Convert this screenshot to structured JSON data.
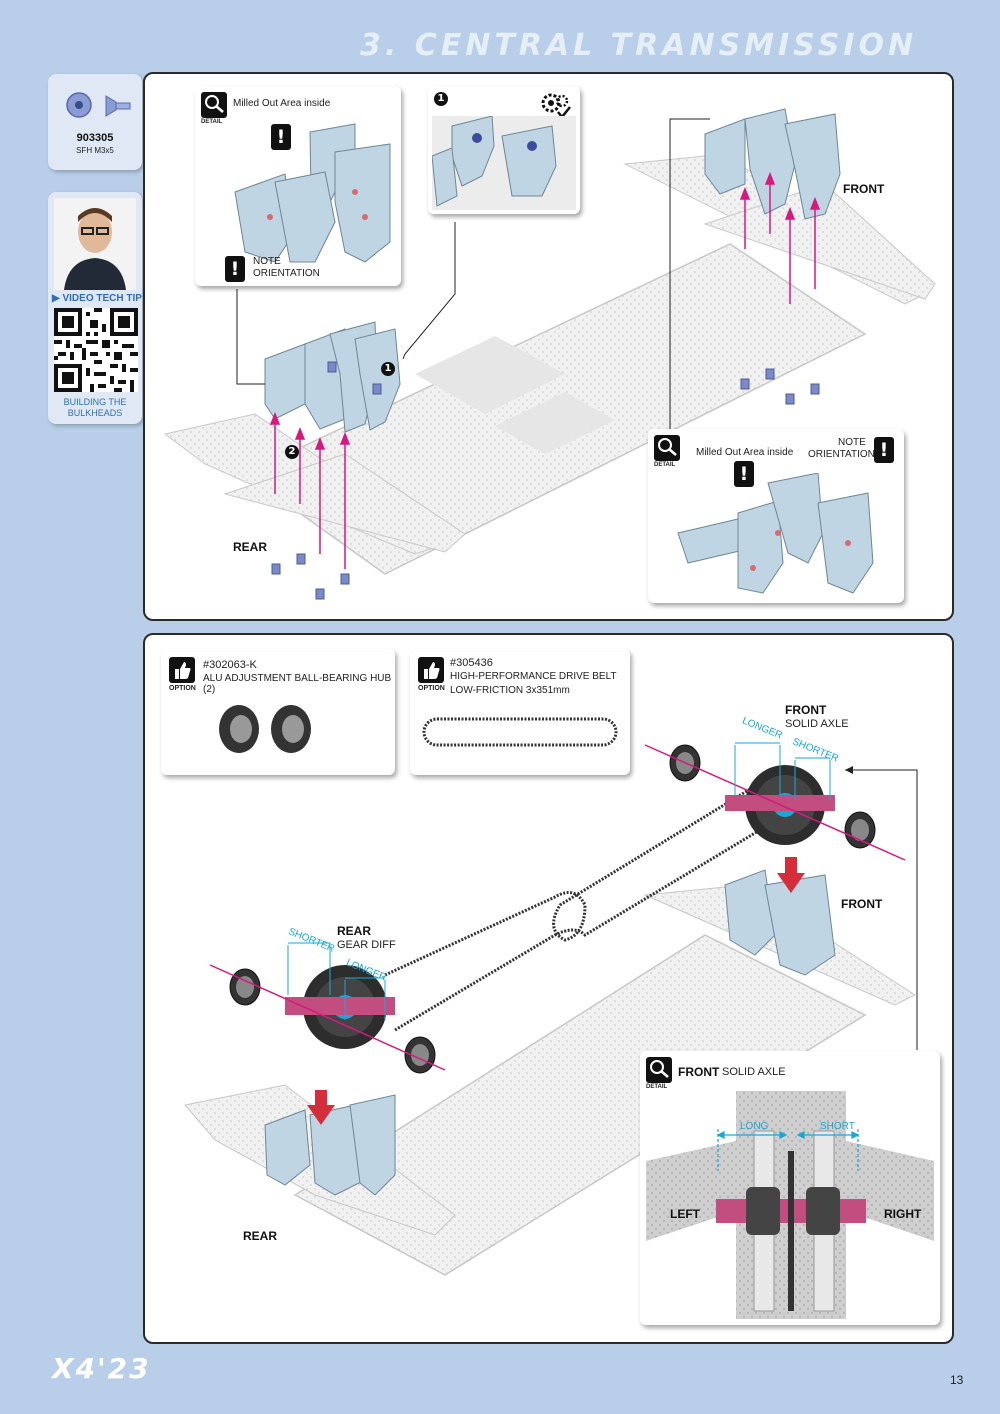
{
  "section_title": "3. CENTRAL TRANSMISSION",
  "sidebar": {
    "part_number": "903305",
    "part_desc": "SFH M3x5",
    "video_label": "VIDEO TECH TIP",
    "video_caption_1": "BUILDING THE",
    "video_caption_2": "BULKHEADS"
  },
  "top_panel": {
    "detail_label": "DETAIL",
    "callout_left_text": "Milled Out Area inside",
    "note_text_1": "NOTE",
    "note_text_2": "ORIENTATION",
    "step1_number": "1",
    "step2_number": "2",
    "front_label": "FRONT",
    "rear_label": "REAR",
    "callout_right_text": "Milled Out Area inside",
    "callout_right_note_1": "NOTE",
    "callout_right_note_2": "ORIENTATION",
    "excl": "!"
  },
  "bottom_panel": {
    "option_label": "OPTION",
    "option1_code": "#302063-K",
    "option1_desc": "ALU ADJUSTMENT BALL-BEARING HUB (2)",
    "option2_code": "#305436",
    "option2_desc_1": "HIGH-PERFORMANCE DRIVE BELT",
    "option2_desc_2": "LOW-FRICTION 3x351mm",
    "front_label": "FRONT",
    "front_sub": "SOLID AXLE",
    "longer": "LONGER",
    "shorter": "SHORTER",
    "rear_label": "REAR",
    "rear_sub": "GEAR DIFF",
    "rear_bottom": "REAR",
    "front_mid": "FRONT",
    "detail_label": "DETAIL",
    "detail_title_front": "FRONT",
    "detail_title_rest": "SOLID AXLE",
    "long": "LONG",
    "short": "SHORT",
    "left": "LEFT",
    "right": "RIGHT"
  },
  "footer": {
    "logo": "X4'23",
    "page": "13"
  },
  "colors": {
    "page_bg": "#b9cfe9",
    "magenta": "#d6197f",
    "cyan": "#1ba6d6",
    "part_blue": "#c9dde9"
  }
}
